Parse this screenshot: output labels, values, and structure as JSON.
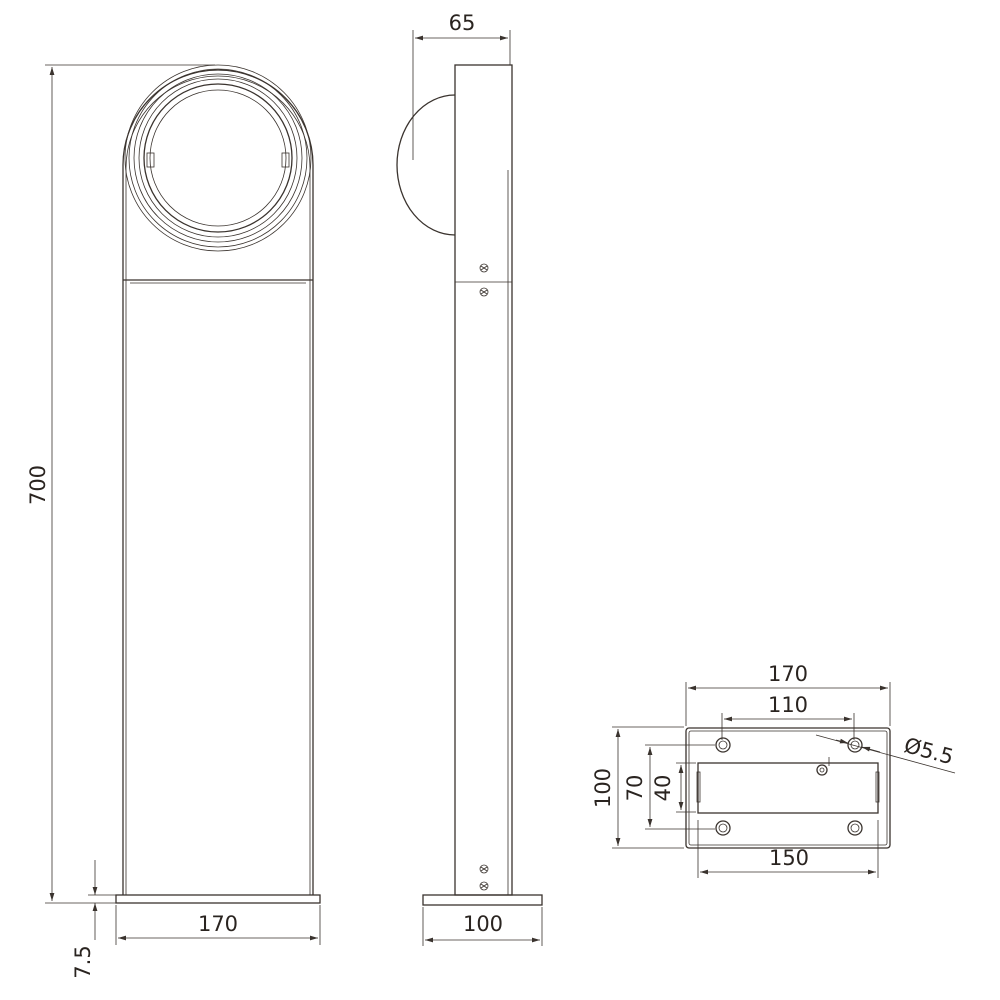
{
  "front_view": {
    "height_label": "700",
    "base_thickness_label": "7.5",
    "width_label": "170"
  },
  "side_view": {
    "head_depth_label": "65",
    "base_width_label": "100"
  },
  "base_view": {
    "plate_width_label": "170",
    "hole_spacing_x_label": "110",
    "hole_diameter_label": "Ø5.5",
    "plate_depth_label": "100",
    "hole_spacing_y_label": "70",
    "slot_height_label": "40",
    "slot_width_label": "150"
  }
}
